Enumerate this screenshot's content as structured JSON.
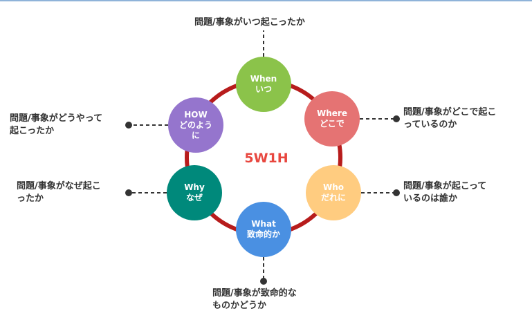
{
  "center": {
    "title": "5W1H"
  },
  "colors": {
    "ring": "#b71c1c",
    "connector": "#333333",
    "center_title": "#e8473f",
    "when": "#8bc34a",
    "where": "#e57373",
    "who": "#ffcc80",
    "what": "#4a90e2",
    "why": "#00897b",
    "how": "#9575cd"
  },
  "nodes": {
    "when": {
      "title": "When",
      "sub": "いつ"
    },
    "where": {
      "title": "Where",
      "sub": "どこで"
    },
    "who": {
      "title": "Who",
      "sub": "だれに"
    },
    "what": {
      "title": "What",
      "sub": "致命的か"
    },
    "why": {
      "title": "Why",
      "sub": "なぜ"
    },
    "how": {
      "title": "HOW",
      "sub": "どのよう\nに"
    }
  },
  "labels": {
    "when": "問題/事象がいつ起こったか",
    "where": "問題/事象がどこで起こ\nっているのか",
    "who": "問題/事象が起こって\nいるのは誰か",
    "what": "問題/事象が致命的な\nものかどうか",
    "why": "問題/事象がなぜ起こ\nったか",
    "how": "問題/事象がどうやって\n起こったか"
  }
}
